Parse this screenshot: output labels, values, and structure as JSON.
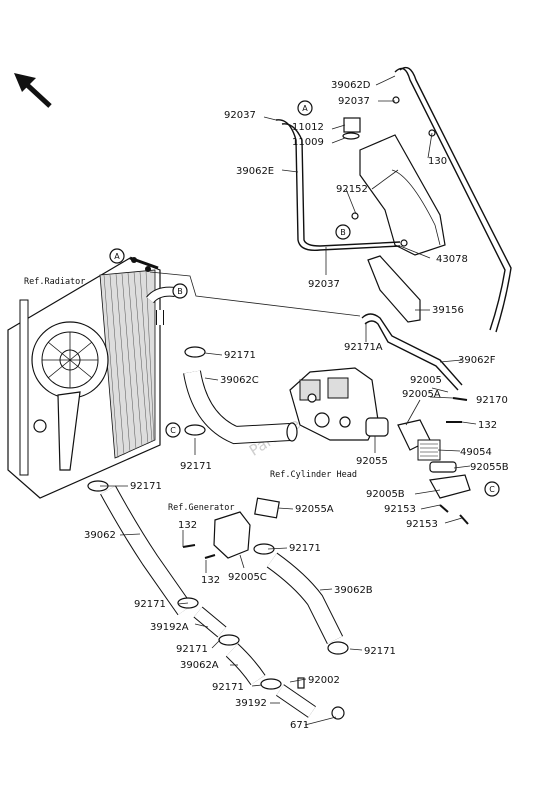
{
  "watermark": "PartsRepublik",
  "circle_refs": {
    "a": "A",
    "b": "B",
    "c": "C"
  },
  "ref_labels": {
    "radiator": "Ref.Radiator",
    "cylinder_head": "Ref.Cylinder Head",
    "generator": "Ref.Generator"
  },
  "parts": {
    "p39062D": "39062D",
    "p92037a": "92037",
    "p92037b": "92037",
    "p11012": "11012",
    "p11009": "11009",
    "p130": "130",
    "p39062E": "39062E",
    "p92152": "92152",
    "p92037c": "92037",
    "p43078": "43078",
    "p39156": "39156",
    "p92171a": "92171",
    "p92171A": "92171A",
    "p39062F": "39062F",
    "p39062C": "39062C",
    "p92005": "92005",
    "p92005A": "92005A",
    "p92170": "92170",
    "p132a": "132",
    "p49054": "49054",
    "p92171b": "92171",
    "p92055": "92055",
    "p92055B": "92055B",
    "p92005B": "92005B",
    "p92171c": "92171",
    "p92153a": "92153",
    "p92153b": "92153",
    "p92055A": "92055A",
    "p39062": "39062",
    "p132b": "132",
    "p92171d": "92171",
    "p132c": "132",
    "p92005C": "92005C",
    "p39062B": "39062B",
    "p92171e": "92171",
    "p39192A": "39192A",
    "p92171f": "92171",
    "p92171g": "92171",
    "p39062A": "39062A",
    "p92171h": "92171",
    "p92002": "92002",
    "p39192": "39192",
    "p671": "671"
  }
}
